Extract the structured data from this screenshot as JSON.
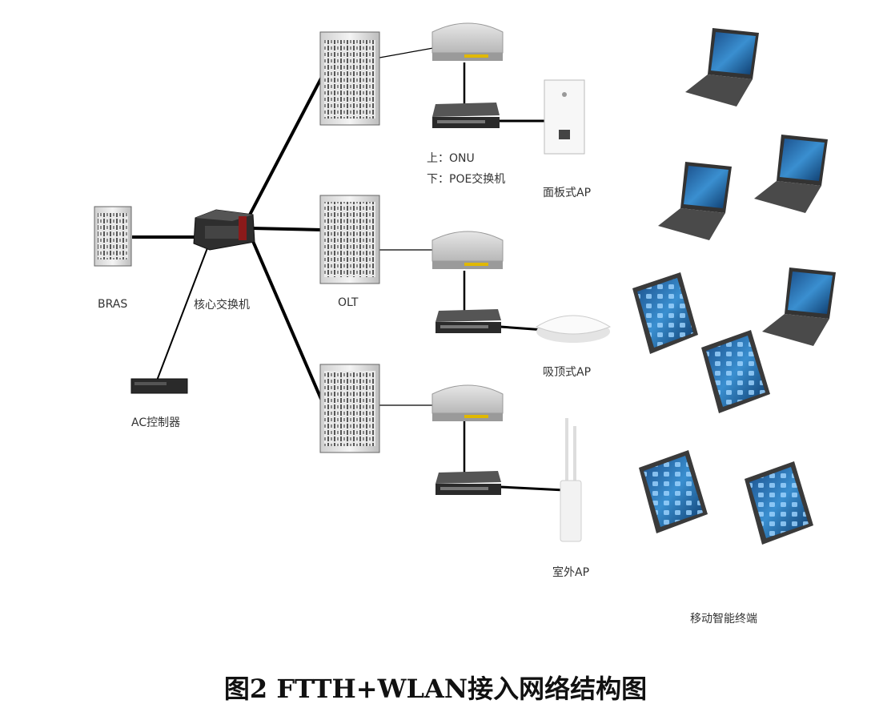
{
  "labels": {
    "bras": "BRAS",
    "core_switch": "核心交换机",
    "olt": "OLT",
    "ac_controller": "AC控制器",
    "onu_poe_line1": "上：ONU",
    "onu_poe_line2": "下：POE交换机",
    "panel_ap": "面板式AP",
    "ceiling_ap": "吸顶式AP",
    "outdoor_ap": "室外AP",
    "mobile_terminals": "移动智能终端"
  },
  "caption": "图2   FTTH+WLAN接入网络结构图"
}
